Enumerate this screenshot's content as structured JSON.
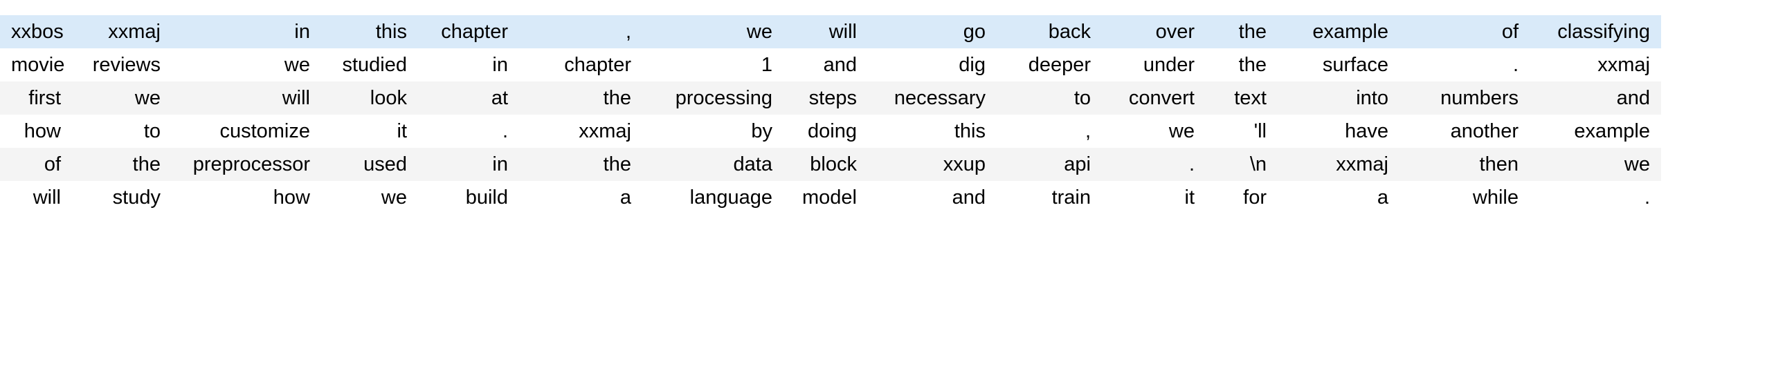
{
  "table": {
    "column_count": 16,
    "row_count": 6,
    "highlight_color": "#d9eaf9",
    "stripe_color": "#f4f4f4",
    "base_color": "#ffffff",
    "text_color": "#000000",
    "align": "right",
    "rows": [
      {
        "style": "highlight",
        "cells": [
          "xxbos",
          "xxmaj",
          "in",
          "this",
          "chapter",
          ",",
          "we",
          "will",
          "go",
          "back",
          "over",
          "the",
          "example",
          "of",
          "classifying"
        ]
      },
      {
        "style": "odd",
        "cells": [
          "movie",
          "reviews",
          "we",
          "studied",
          "in",
          "chapter",
          "1",
          "and",
          "dig",
          "deeper",
          "under",
          "the",
          "surface",
          ".",
          "xxmaj"
        ]
      },
      {
        "style": "even",
        "cells": [
          "first",
          "we",
          "will",
          "look",
          "at",
          "the",
          "processing",
          "steps",
          "necessary",
          "to",
          "convert",
          "text",
          "into",
          "numbers",
          "and"
        ]
      },
      {
        "style": "odd",
        "cells": [
          "how",
          "to",
          "customize",
          "it",
          ".",
          "xxmaj",
          "by",
          "doing",
          "this",
          ",",
          "we",
          "'ll",
          "have",
          "another",
          "example"
        ]
      },
      {
        "style": "even",
        "cells": [
          "of",
          "the",
          "preprocessor",
          "used",
          "in",
          "the",
          "data",
          "block",
          "xxup",
          "api",
          ".",
          "\\n",
          "xxmaj",
          "then",
          "we"
        ]
      },
      {
        "style": "odd",
        "cells": [
          "will",
          "study",
          "how",
          "we",
          "build",
          "a",
          "language",
          "model",
          "and",
          "train",
          "it",
          "for",
          "a",
          "while",
          "."
        ]
      }
    ]
  }
}
